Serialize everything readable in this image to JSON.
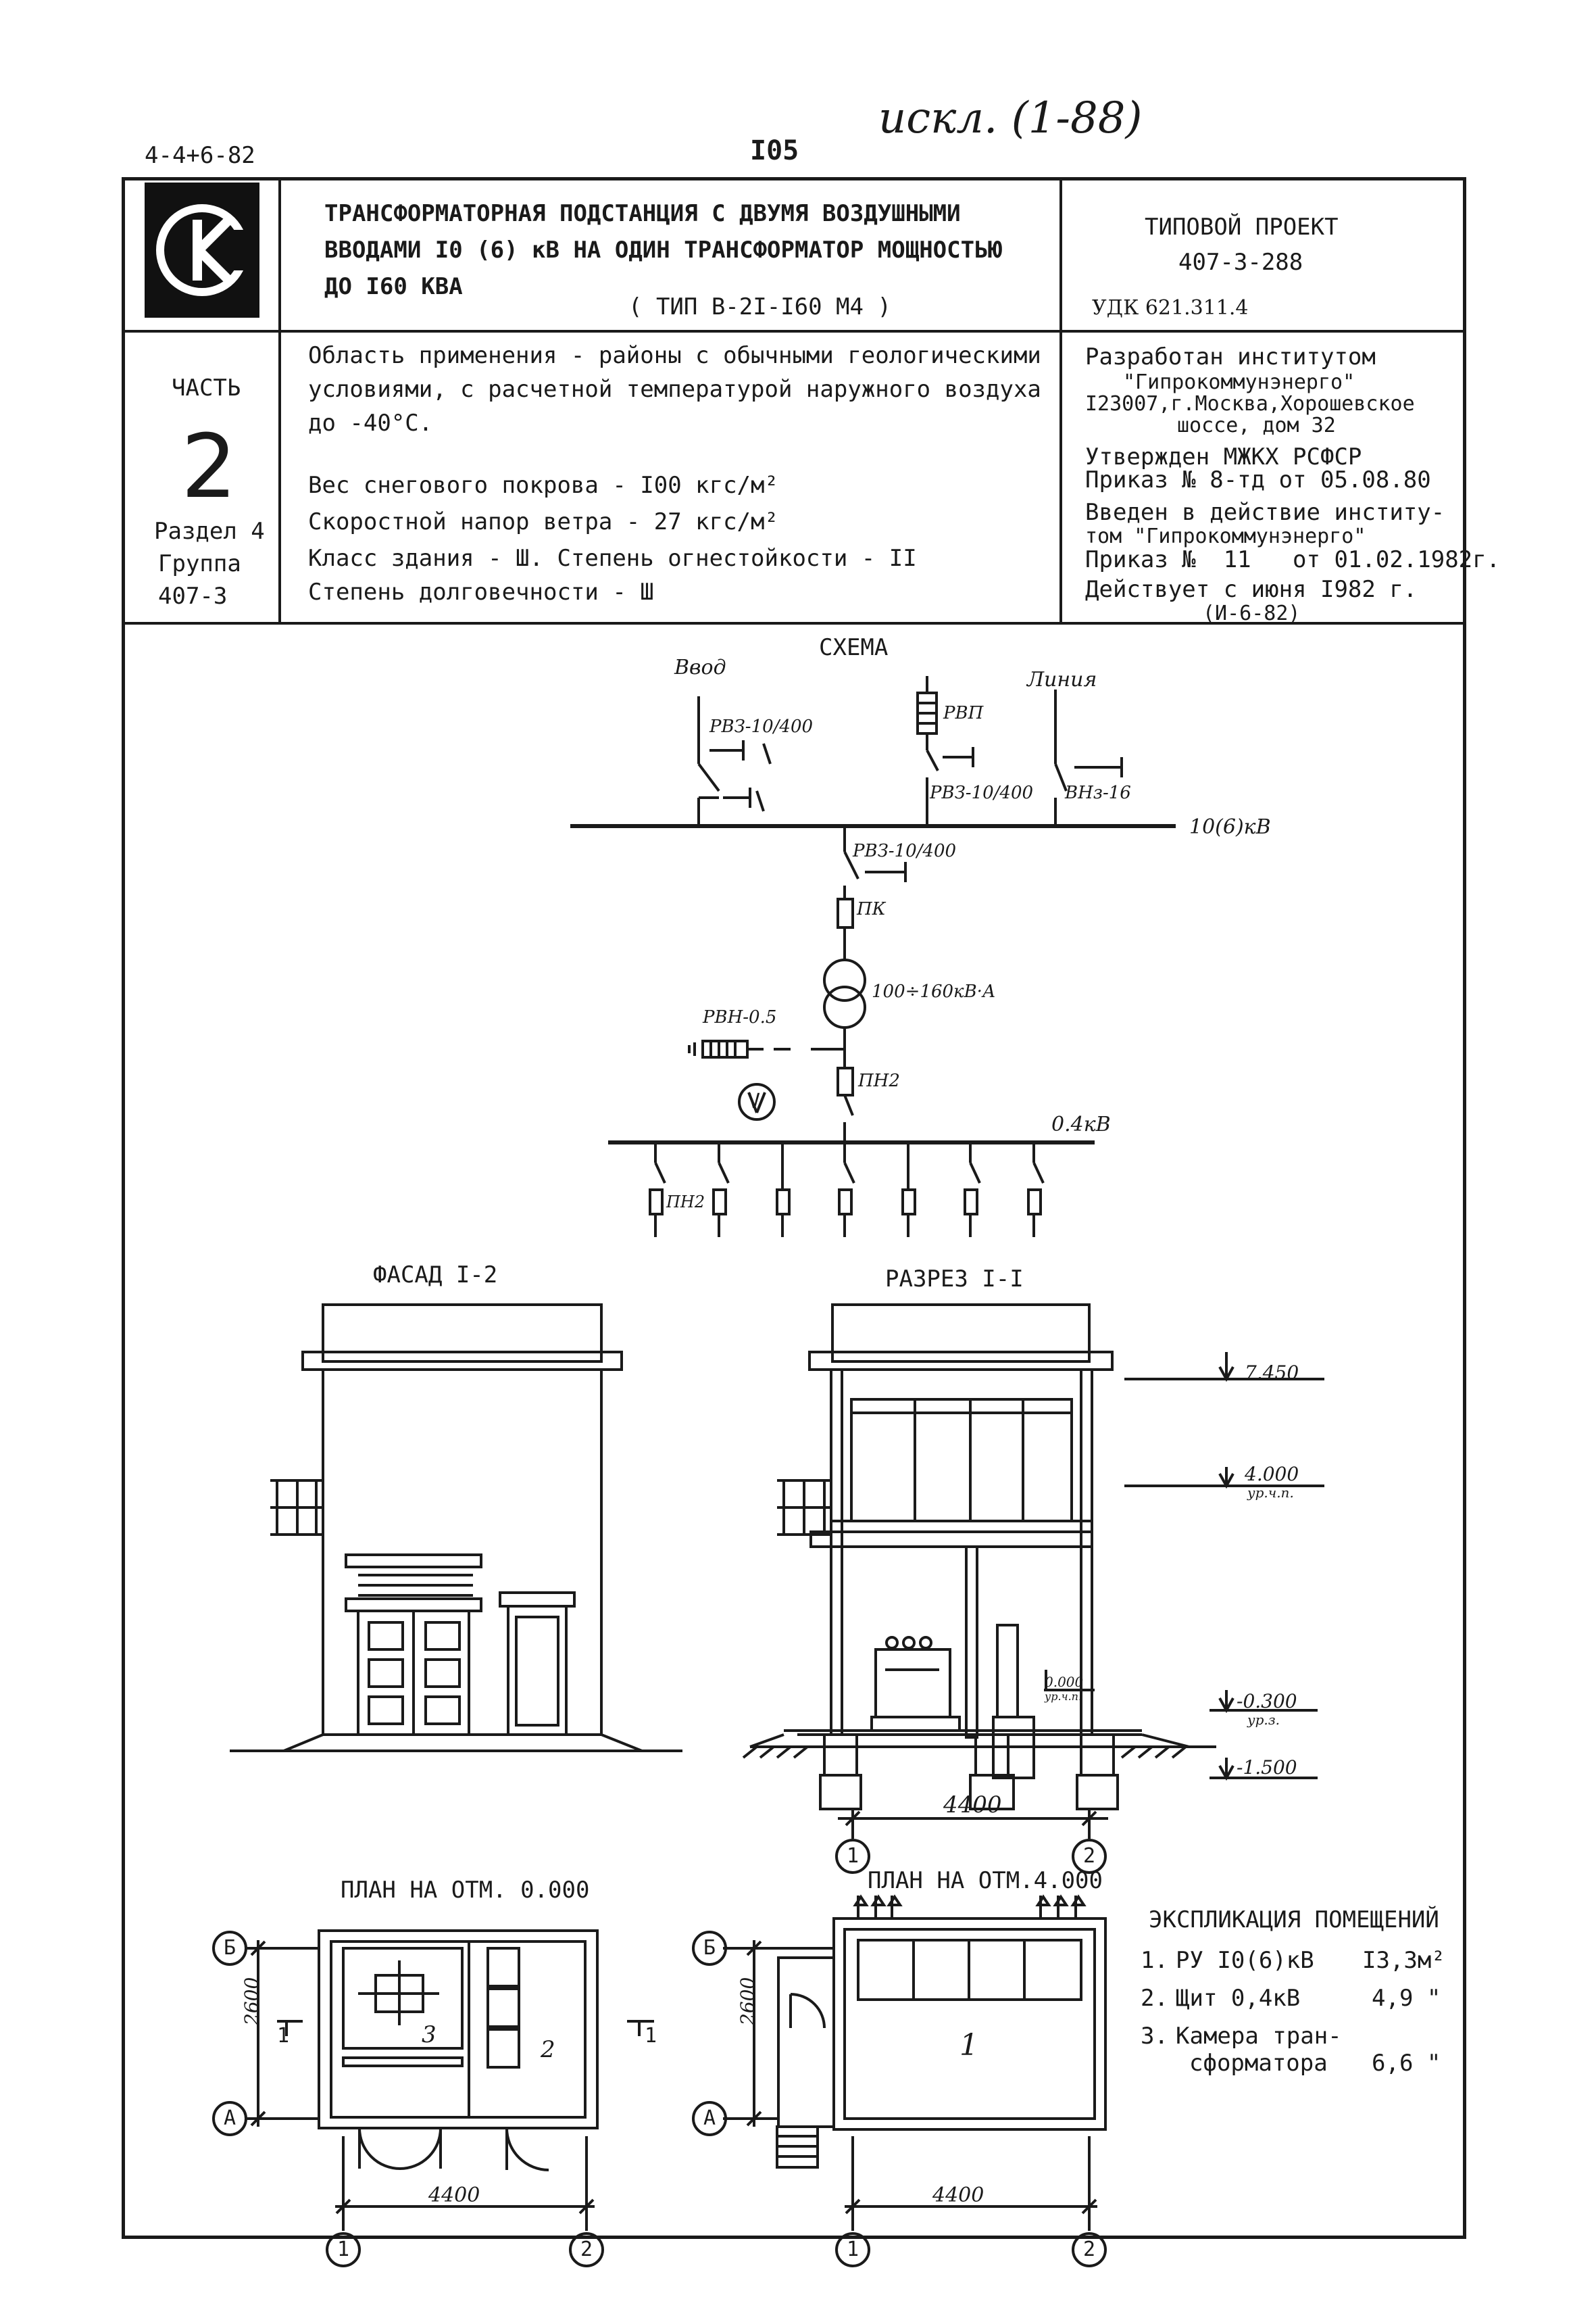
{
  "handwritten_note": "искл. (1-88)",
  "header": {
    "code": "4-4+6-82",
    "page_number": "I05"
  },
  "title_block": {
    "title_lines": [
      "ТРАНСФОРМАТОРНАЯ ПОДСТАНЦИЯ С ДВУМЯ ВОЗДУШНЫМИ",
      "ВВОДАМИ I0 (6) кВ НА ОДИН ТРАНСФОРМАТОР МОЩНОСТЬЮ",
      "ДО I60 КВА"
    ],
    "type_label": "( ТИП В-2I-I60 М4 )",
    "project_label": "ТИПОВОЙ ПРОЕКТ",
    "project_number": "407-3-288",
    "udk": "УДК 621.311.4",
    "part_label": "ЧАСТЬ",
    "part_number": "2",
    "section": "Раздел 4",
    "group_label": "Группа",
    "group_value": "407-3",
    "application_lines": [
      "Область применения - районы с обычными геологическими",
      "условиями, с расчетной температурой наружного воздуха",
      "до -40°С."
    ],
    "params": [
      "Вес снегового покрова - I00 кгс/м²",
      "Скоростной напор ветра - 27 кгс/м²",
      "Класс здания - Ш. Степень огнестойкости - II",
      "Степень долговечности - Ш"
    ],
    "developer_lines": [
      "Разработан институтом",
      "\"Гипрокоммунэнерго\"",
      "I23007,г.Москва,Хорошевское",
      "шоссе, дом 32"
    ],
    "approval_lines": [
      "Утвержден МЖКХ РСФСР",
      "Приказ № 8-тд от 05.08.80"
    ],
    "enacted_lines": [
      "Введен в действие институ-",
      "том \"Гипрокоммунэнерго\"",
      "Приказ №  11   от 01.02.1982г.",
      "Действует с июня I982 г.",
      "(И-6-82)"
    ]
  },
  "scheme": {
    "title": "СХЕМА",
    "labels": {
      "input": "Ввод",
      "line": "Линия",
      "rvz_top": "РВЗ-10/400",
      "rvp": "РВП",
      "rvz_mid": "РВЗ-10/400",
      "vnz": "ВНз-16",
      "bus_hv": "10(6)кВ",
      "rvz_low": "РВЗ-10/400",
      "pk": "ПК",
      "transformer": "100÷160кВ·А",
      "rvn": "РВН-0.5",
      "pn2_main": "ПН2",
      "bus_lv": "0.4кВ",
      "pn2_out": "ПН2"
    }
  },
  "facade": {
    "title": "ФАСАД I-2"
  },
  "section_view": {
    "title": "РАЗРЕЗ I-I",
    "levels": [
      "7.450",
      "4.000",
      "ур.ч.п.",
      "0.000",
      "ур.ч.п.",
      "-0.300",
      "ур.з.",
      "-1.500"
    ],
    "dimension": "4400",
    "axes": [
      "1",
      "2"
    ]
  },
  "plan_ground": {
    "title": "ПЛАН НА ОТМ. 0.000",
    "dimension_width": "4400",
    "dimension_depth": "2600",
    "axes_rows": [
      "Б",
      "А"
    ],
    "axes_cols": [
      "1",
      "2"
    ],
    "rooms": [
      "3",
      "2"
    ],
    "cut_marks": [
      "1",
      "1"
    ]
  },
  "plan_upper": {
    "title": "ПЛАН НА ОТМ.4.000",
    "dimension_width": "4400",
    "dimension_depth": "2600",
    "axes_rows": [
      "Б",
      "А"
    ],
    "axes_cols": [
      "1",
      "2"
    ],
    "rooms": [
      "1"
    ]
  },
  "explication": {
    "title": "ЭКСПЛИКАЦИЯ ПОМЕЩЕНИЙ",
    "rows": [
      {
        "num": "1.",
        "name": "РУ I0(6)кВ",
        "area": "I3,3м²"
      },
      {
        "num": "2.",
        "name": "Щит 0,4кВ",
        "area": "4,9 \""
      },
      {
        "num": "3.",
        "name": "Камера тран-",
        "name2": "сформатора",
        "area": "6,6 \""
      }
    ]
  },
  "colors": {
    "ink": "#1a1a1a",
    "paper": "#ffffff"
  }
}
